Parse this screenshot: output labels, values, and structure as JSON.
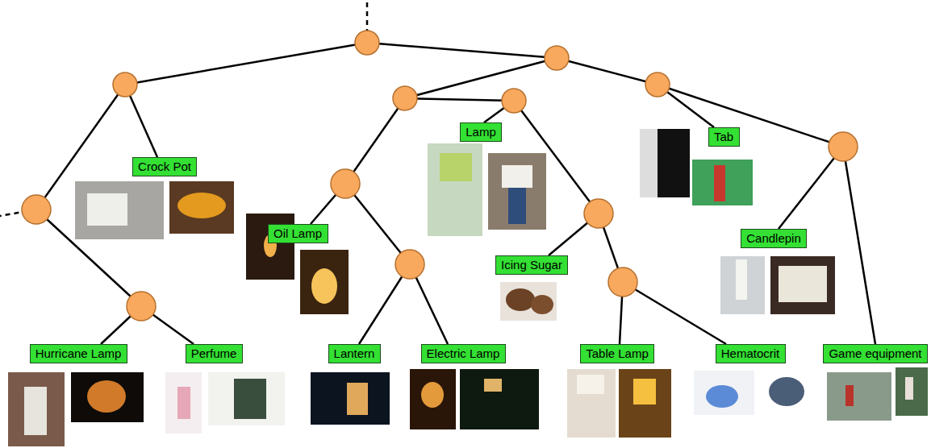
{
  "diagram": {
    "nodes": [
      {
        "text": [
          "Lamp"
        ]
      },
      {
        "text": [
          "Tab"
        ]
      },
      {
        "text": [
          "Crock Pot"
        ]
      },
      {
        "text": [
          "Oil Lamp"
        ]
      },
      {
        "text": [
          "Candlepin"
        ]
      },
      {
        "text": [
          "Icing Sugar"
        ]
      },
      {
        "text": [
          "Hurricane Lamp"
        ]
      },
      {
        "text": [
          "Perfume"
        ]
      },
      {
        "text": [
          "Lantern"
        ]
      },
      {
        "text": [
          "Electric Lamp"
        ]
      },
      {
        "text": [
          "Table Lamp"
        ]
      },
      {
        "text": [
          "Hematocrit"
        ]
      },
      {
        "text": [
          "Game equipment"
        ]
      }
    ]
  }
}
